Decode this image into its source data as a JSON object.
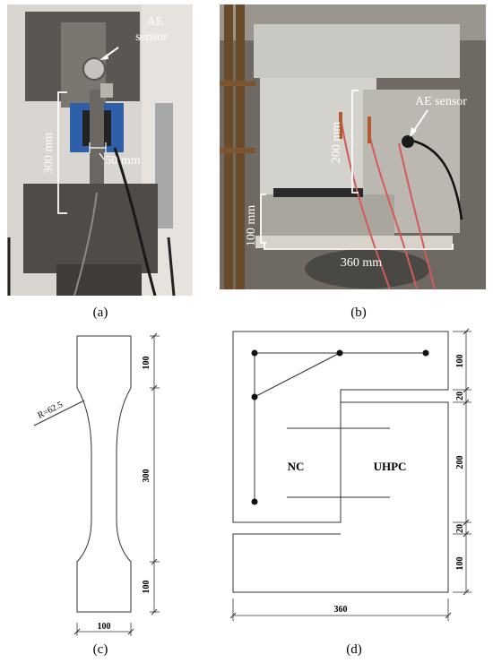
{
  "captions": {
    "a": "(a)",
    "b": "(b)",
    "c": "(c)",
    "d": "(d)"
  },
  "photo_a": {
    "sensor_label_line1": "AE",
    "sensor_label_line2": "sensor",
    "gauge_length": "300 mm",
    "width_label": "50 mm"
  },
  "photo_b": {
    "sensor_label": "AE sensor",
    "height_label": "200 mm",
    "base_label": "100 mm",
    "width_label": "360 mm"
  },
  "drawing_c": {
    "radius_label": "R=62.5",
    "dim_top": "100",
    "dim_middle": "300",
    "dim_bottom": "100",
    "dim_width": "100"
  },
  "drawing_d": {
    "label_nc": "NC",
    "label_uhpc": "UHPC",
    "dim_1": "100",
    "dim_2": "20",
    "dim_3": "200",
    "dim_4": "20",
    "dim_5": "100",
    "dim_width": "360"
  },
  "colors": {
    "photo_a_bg": "#d9d6d2",
    "photo_b_bg": "#6e6a63",
    "steel": "#5a5753",
    "blue_frame": "#2f5fa8",
    "concrete": "#c9c8c2",
    "red_wire": "#d45a5a"
  }
}
